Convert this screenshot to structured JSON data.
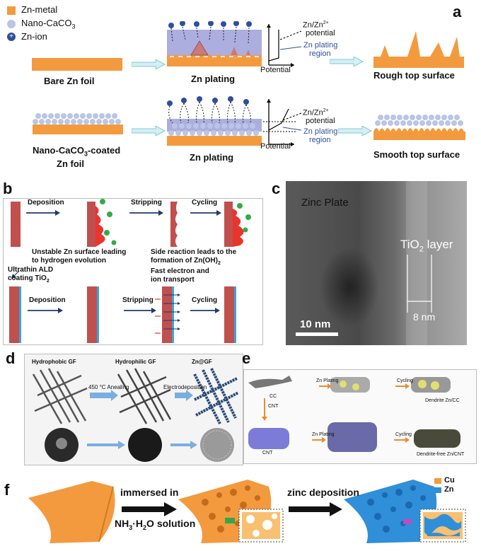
{
  "panel_a": {
    "label": "a",
    "legend": [
      "Zn-metal",
      "Nano-CaCO",
      "Zn-ion"
    ],
    "legend_sub": "3",
    "row1": {
      "left": "Bare Zn  foil",
      "mid": "Zn plating",
      "right": "Rough top surface",
      "pot_label": "Zn/Zn",
      "pot_sup": "2+",
      "pot_word": "potential",
      "region1": "Zn plating",
      "region2": "region",
      "axis": "Potential"
    },
    "row2": {
      "left1": "Nano-CaCO",
      "left_sub": "3",
      "left1b": "-coated",
      "left2": "Zn foil",
      "mid": "Zn  plating",
      "right": "Smooth top surface",
      "pot_label": "Zn/Zn",
      "pot_sup": "2+",
      "pot_word": "potential",
      "region1": "Zn plating",
      "region2": "region",
      "axis": "Potential"
    },
    "colors": {
      "zn": "#f39a3e",
      "caco3": "#b9c6e4",
      "ion": "#2f4e9c",
      "region": "#8f93d4",
      "arrow": "#7fcbd8"
    }
  },
  "panel_b": {
    "label": "b",
    "top_steps": [
      "Deposition",
      "Stripping",
      "Cycling"
    ],
    "note1a": "Unstable Zn surface leading",
    "note1b": "to hydrogen evolution",
    "note2a": "Side reaction leads to the",
    "note2b": "formation of Zn(OH)",
    "note2sub": "2",
    "ald1": "Ultrathin ALD",
    "ald2": "coating TiO",
    "ald2sub": "2",
    "fast1": "Fast electron and",
    "fast2": "ion transport",
    "bottom_steps": [
      "Deposition",
      "Stripping",
      "Cycling"
    ]
  },
  "panel_c": {
    "label": "c",
    "zinc": "Zinc Plate",
    "tio2": "TiO",
    "tio2sub": "2",
    "tio2rest": " layer",
    "nm8": "8 nm",
    "scale": "10 nm"
  },
  "panel_d": {
    "label": "d",
    "titles": [
      "Hydrophobic GF",
      "Hydrophilic GF",
      "Zn@GF"
    ],
    "step1": "450 °C Anealing",
    "step2": "Electrodeposition"
  },
  "panel_e": {
    "label": "e",
    "cc": "CC",
    "plating1": "Zn Plating",
    "cycling1": "Cycling",
    "dendrite": "Dendrite Zn/CC",
    "cnt_arrow": "CNT",
    "cnt": "CNT",
    "plating2": "Zn Plating",
    "cycling2": "Cycling",
    "dendrite_free": "Dendrite-free Zn/CNT"
  },
  "panel_f": {
    "label": "f",
    "imm1": "immersed in",
    "imm2": "NH",
    "imm2sub1": "3",
    "imm2mid": "·H",
    "imm2sub2": "2",
    "imm2end": "O solution",
    "zinc_dep": "zinc deposition",
    "legend": [
      "Cu",
      "Zn"
    ],
    "colors": {
      "cu": "#f39a3e",
      "zn": "#2f8fd8"
    }
  }
}
